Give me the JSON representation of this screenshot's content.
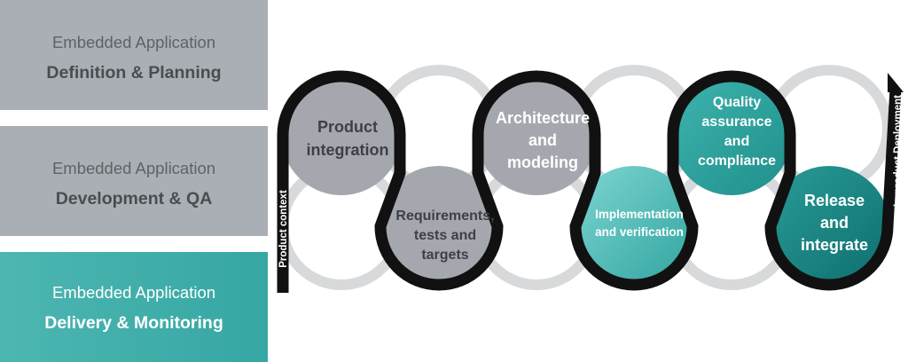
{
  "phases": [
    {
      "line1": "Embedded Application",
      "line2": "Definition & Planning"
    },
    {
      "line1": "Embedded Application",
      "line2": "Development & QA"
    },
    {
      "line1": "Embedded Application",
      "line2": "Delivery & Monitoring"
    }
  ],
  "axis": {
    "left_label": "Product context",
    "right_label": "In-product Deployment"
  },
  "steps": [
    {
      "line1": "Product",
      "line2": "integration"
    },
    {
      "line1": "Requirements,",
      "line2": "tests and",
      "line3": "targets"
    },
    {
      "line1": "Architecture",
      "line2": "and",
      "line3": "modeling"
    },
    {
      "line1": "Implementation",
      "line2": "and verification"
    },
    {
      "line1": "Quality",
      "line2": "assurance",
      "line3": "and",
      "line4": "compliance"
    },
    {
      "line1": "Release",
      "line2": "and",
      "line3": "integrate"
    }
  ],
  "colors": {
    "panel_grey": "#aaafb5",
    "panel_teal": "#36a7a3",
    "circle_grey": "#a4a8ae",
    "circle_teal": "#2fa39e",
    "circle_teal_dark": "#157f7c",
    "track_black": "#111111",
    "ghost_ring": "#d7d9db"
  }
}
